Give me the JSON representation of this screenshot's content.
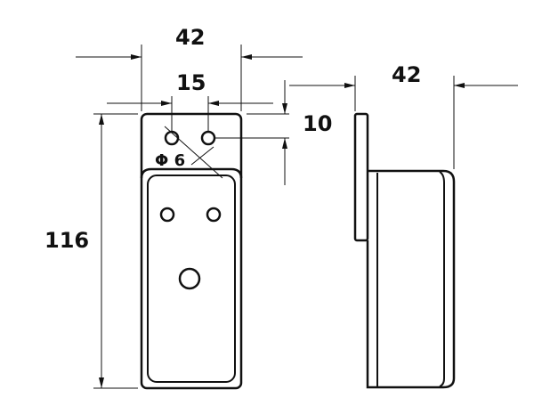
{
  "dimensions": {
    "front_width": "42",
    "hole_spacing": "15",
    "hole_offset": "10",
    "hole_diameter": "Φ 6",
    "height": "116",
    "side_depth": "42"
  }
}
